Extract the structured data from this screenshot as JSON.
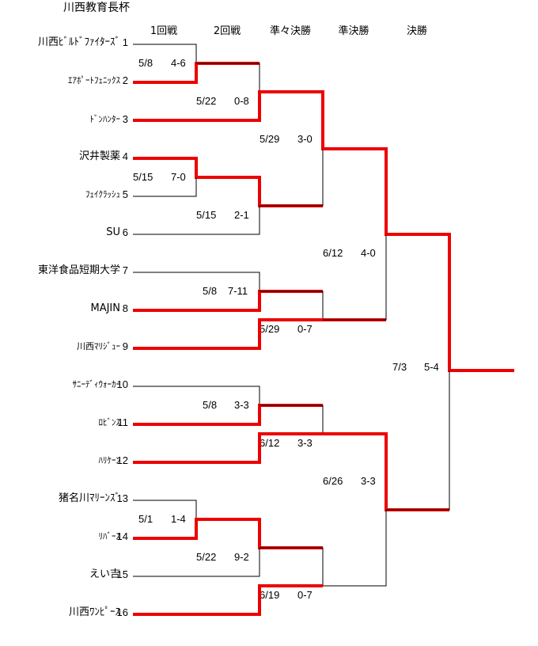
{
  "title": "川西教育長杯",
  "rounds": [
    "1回戦",
    "2回戦",
    "準々決勝",
    "準決勝",
    "決勝"
  ],
  "teams": [
    {
      "name": "川西ﾋﾞﾙﾄﾞﾌｧｲﾀｰｽﾞ",
      "seed": "1"
    },
    {
      "name": "ｴｱﾎﾟｰﾄﾌｪﾆｯｸｽ",
      "seed": "2"
    },
    {
      "name": "ﾄﾞﾝﾊﾝﾀｰ",
      "seed": "3"
    },
    {
      "name": "沢井製薬",
      "seed": "4"
    },
    {
      "name": "ﾌｪｲｸﾗｯｼｭ",
      "seed": "5"
    },
    {
      "name": "SU",
      "seed": "6"
    },
    {
      "name": "東洋食品短期大学",
      "seed": "7"
    },
    {
      "name": "MAJIN",
      "seed": "8"
    },
    {
      "name": "川西ﾏﾘｼﾞｭｰ",
      "seed": "9"
    },
    {
      "name": "ｻﾆｰﾃﾞｨｳｫｰｶｰ",
      "seed": "10"
    },
    {
      "name": "ﾛﾋﾞﾝｽ",
      "seed": "11"
    },
    {
      "name": "ﾊﾘｹｰﾝ",
      "seed": "12"
    },
    {
      "name": "猪名川ﾏﾘｰﾝｽﾞ",
      "seed": "13"
    },
    {
      "name": "ﾘﾊﾞｰｽ",
      "seed": "14"
    },
    {
      "name": "えい吉",
      "seed": "15"
    },
    {
      "name": "川西ﾜﾝﾋﾟｰｽ",
      "seed": "16"
    }
  ],
  "matches": [
    {
      "id": "r1-a",
      "round": "1回戦",
      "date": "5/8",
      "score": "4-6",
      "winner": "lower"
    },
    {
      "id": "r1-b",
      "round": "1回戦",
      "date": "5/15",
      "score": "7-0",
      "winner": "upper"
    },
    {
      "id": "r1-c",
      "round": "1回戦",
      "date": "5/1",
      "score": "1-4",
      "winner": "lower"
    },
    {
      "id": "r2-a",
      "round": "2回戦",
      "date": "5/22",
      "score": "0-8",
      "winner": "lower"
    },
    {
      "id": "r2-b",
      "round": "2回戦",
      "date": "5/15",
      "score": "2-1",
      "winner": "upper"
    },
    {
      "id": "r2-c",
      "round": "2回戦",
      "date": "5/8",
      "score": "7-11",
      "winner": "lower"
    },
    {
      "id": "r2-d",
      "round": "2回戦",
      "date": "5/8",
      "score": "3-3",
      "winner": "lower"
    },
    {
      "id": "r2-e",
      "round": "2回戦",
      "date": "5/22",
      "score": "9-2",
      "winner": "upper"
    },
    {
      "id": "qf-a",
      "round": "準々決勝",
      "date": "5/29",
      "score": "3-0",
      "winner": "upper"
    },
    {
      "id": "qf-b",
      "round": "準々決勝",
      "date": "5/29",
      "score": "0-7",
      "winner": "lower"
    },
    {
      "id": "qf-c",
      "round": "準々決勝",
      "date": "6/12",
      "score": "3-3",
      "winner": "lower"
    },
    {
      "id": "qf-d",
      "round": "準々決勝",
      "date": "6/19",
      "score": "0-7",
      "winner": "lower"
    },
    {
      "id": "sf-a",
      "round": "準決勝",
      "date": "6/12",
      "score": "4-0",
      "winner": "upper"
    },
    {
      "id": "sf-b",
      "round": "準決勝",
      "date": "6/26",
      "score": "3-3",
      "winner": "upper"
    },
    {
      "id": "final",
      "round": "決勝",
      "date": "7/3",
      "score": "5-4",
      "winner": "upper"
    }
  ],
  "colors": {
    "win_line": "#ee0000",
    "lose_line": "#000000",
    "background": "#ffffff"
  }
}
